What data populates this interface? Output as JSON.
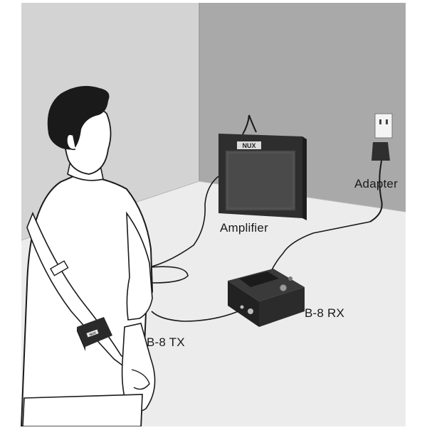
{
  "labels": {
    "adapter": "Adapter",
    "amplifier": "Amplifier",
    "receiver": "B-8 RX",
    "transmitter": "B-8 TX"
  },
  "branding": {
    "amp_logo": "NUX",
    "tx_logo": "NUX"
  },
  "colors": {
    "wall_left": "#d2d2d2",
    "wall_right": "#a9a9a9",
    "floor": "#ededed",
    "device_dark": "#333333",
    "cable": "#1a1a1a"
  }
}
